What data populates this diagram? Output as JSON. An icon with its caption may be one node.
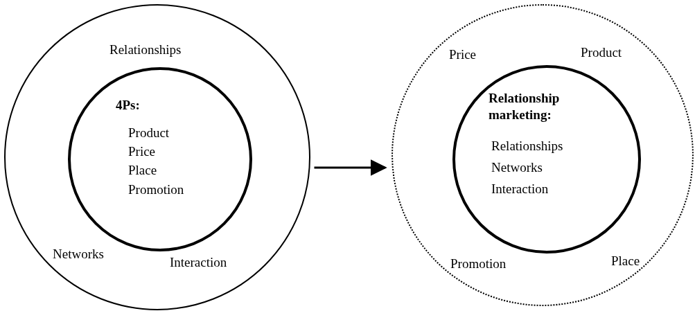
{
  "diagram": {
    "nodes": [
      {
        "text": [
          "Relationships",
          "Networks",
          "Interaction"
        ]
      },
      {
        "text": [
          "4Ps:",
          "Product",
          "Price",
          "Place",
          "Promotion"
        ],
        "in": 0
      },
      {
        "text": [
          "Product",
          "Price",
          "Place",
          "Promotion"
        ]
      },
      {
        "text": [
          "Relationship marketing:",
          "Relationships",
          "Networks",
          "Interaction"
        ],
        "in": 2
      }
    ],
    "edges": [
      {
        "from": 0,
        "to": 2,
        "arrow": "to"
      }
    ]
  }
}
